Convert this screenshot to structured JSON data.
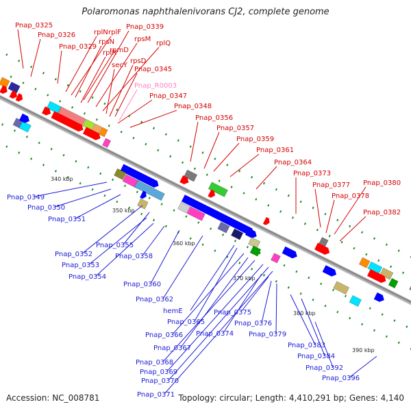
{
  "header": {
    "title": "Polaromonas naphthalenivorans CJ2, complete genome"
  },
  "footer": {
    "accession": "Accession: NC_008781",
    "summary": "Topology: circular; Length: 4,410,291 bp; Genes: 4,140"
  },
  "colors": {
    "plus_strand_label": "#d40000",
    "minus_strand_label": "#1a1ad6",
    "rna_label": "#ff80c0",
    "backbone": "#8a8a8a",
    "ticks": "#1e8a1e"
  },
  "kbp_marks": [
    "340 kbp",
    "350 kbp",
    "360 kbp",
    "370 kbp",
    "380 kbp",
    "390 kbp"
  ],
  "genes_plus": [
    "Pnap_0325",
    "Pnap_0326",
    "Pnap_0329",
    "rplN",
    "rplF",
    "rpsN",
    "rpmD",
    "Pnap_0339",
    "rplR",
    "rpsM",
    "rplQ",
    "secY",
    "rpsD",
    "Pnap_0345",
    "Pnap_R0003",
    "Pnap_0347",
    "Pnap_0348",
    "Pnap_0356",
    "Pnap_0357",
    "Pnap_0359",
    "Pnap_0361",
    "Pnap_0364",
    "Pnap_0373",
    "Pnap_0377",
    "Pnap_0380",
    "Pnap_0378",
    "Pnap_0382"
  ],
  "genes_minus": [
    "Pnap_0349",
    "Pnap_0350",
    "Pnap_0351",
    "Pnap_0352",
    "Pnap_0355",
    "Pnap_0353",
    "Pnap_0358",
    "Pnap_0354",
    "Pnap_0360",
    "Pnap_0362",
    "hemE",
    "Pnap_0365",
    "Pnap_0366",
    "Pnap_0367",
    "Pnap_0368",
    "Pnap_0369",
    "Pnap_0370",
    "Pnap_0371",
    "Pnap_0375",
    "Pnap_0374",
    "Pnap_0376",
    "Pnap_0379",
    "Pnap_0383",
    "Pnap_0384",
    "Pnap_0392",
    "Pnap_0396"
  ]
}
